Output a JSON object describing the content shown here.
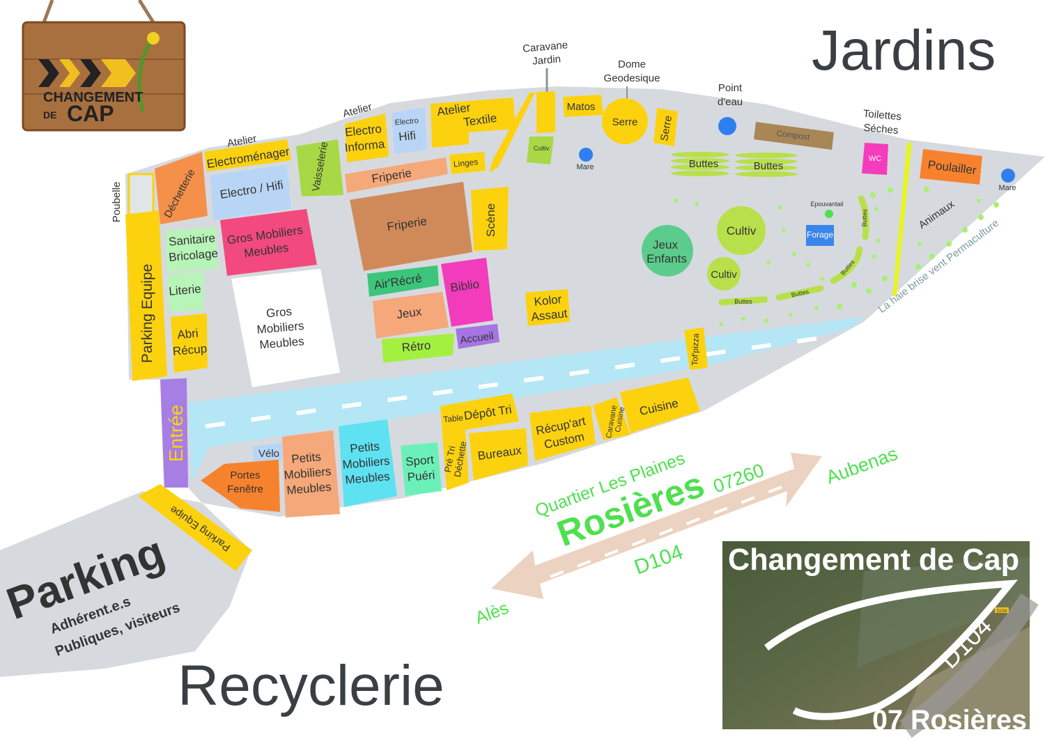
{
  "titles": {
    "jardins": "Jardins",
    "recyclerie": "Recyclerie"
  },
  "logo": {
    "line1": "CHANGEMENT",
    "line2": "DE",
    "line3": "CAP"
  },
  "labels": {
    "poubelle": "Poubelle",
    "parking_equipe": "Parking Equipe",
    "dechetterie": "Déchetterie",
    "atelier1": "Atelier",
    "electromenager": "Electroménager",
    "electro_hifi": "Electro / Hifi",
    "vaisselerie": "Vaisselerie",
    "sanitaire": [
      "Sanitaire",
      "Bricolage"
    ],
    "gros_mobiliers_pink": [
      "Gros Mobiliers",
      "Meubles"
    ],
    "literie": "Literie",
    "abri_recup": [
      "Abri",
      "Récup"
    ],
    "gros_mobiliers_white": [
      "Gros",
      "Mobiliers",
      "Meubles"
    ],
    "atelier2": "Atelier",
    "electro_informa": [
      "Electro",
      "Informa"
    ],
    "electro_hifi2": [
      "Electro",
      "Hifi"
    ],
    "atelier_textile": [
      "Atelier",
      "Textile"
    ],
    "caravane_jardin": [
      "Caravane",
      "Jardin"
    ],
    "matos": "Matos",
    "cultiv_small": "Cultiv",
    "dome": [
      "Dome",
      "Geodesique"
    ],
    "serre_dome": "Serre",
    "serre": "Serre",
    "mare1": "Mare",
    "linges": "Linges",
    "friperie1": "Friperie",
    "friperie2": "Friperie",
    "scene": "Scène",
    "air_recre": "Air'Récré",
    "biblio": "Biblio",
    "jeux": "Jeux",
    "retro": "Rétro",
    "accueil": "Accueil",
    "kolor_assaut": [
      "Kolor",
      "Assaut"
    ],
    "jeux_enfants": [
      "Jeux",
      "Enfants"
    ],
    "cultiv1": "Cultiv",
    "cultiv2": "Cultiv",
    "buttes1": "Buttes",
    "buttes2": "Buttes",
    "buttes3": "Buttes",
    "buttes4": "Buttes",
    "buttes5": "Buttes",
    "buttes6": "Buttes",
    "point_eau": [
      "Point",
      "d'eau"
    ],
    "compost": "Compost",
    "toilettes": [
      "Toilettes",
      "Séches"
    ],
    "wc": "WC",
    "poulailler": "Poulailler",
    "mare2": "Mare",
    "animaux": "Animaux",
    "haie": "La haie brise vent Permaculture",
    "epouvantail": "Epouvantail",
    "forage": "Forage",
    "tofpizza": "Tof'pizza",
    "entree": "Entrée",
    "velo": "Vélo",
    "portes_fenetre": [
      "Portes",
      "Fenêtre"
    ],
    "petits_mobiliers1": [
      "Petits",
      "Mobiliers",
      "Meubles"
    ],
    "petits_mobiliers2": [
      "Petits",
      "Mobiliers",
      "Meubles"
    ],
    "sport_pueri": [
      "Sport",
      "Puéri"
    ],
    "table": "Table",
    "depot_tri": "Dépôt Tri",
    "pre_tri": [
      "Pré Tri",
      "Déchette"
    ],
    "bureaux": "Bureaux",
    "recupart": [
      "Récup'art",
      "Custom"
    ],
    "caravane_cuisine": [
      "Caravane",
      "Cuisine"
    ],
    "cuisine": "Cuisine",
    "parking": "Parking",
    "parking_sub1": "Adhérent.e.s",
    "parking_sub2": "Publiques, visiteurs",
    "parking_equipe2": "Parking Equipe"
  },
  "road": {
    "quartier": "Quartier Les Plaines",
    "rosieres": "Rosières",
    "postcode": "07260",
    "d104": "D104",
    "ales": "Alès",
    "aubenas": "Aubenas"
  },
  "inset": {
    "title": "Changement de Cap",
    "road": "D104",
    "sign": "D104",
    "place": "07 Rosières"
  },
  "colors": {
    "ground": "#d6dadf",
    "road": "#b4e6f6",
    "yellow": "#fcd20f",
    "green_text": "#4ee04e"
  }
}
